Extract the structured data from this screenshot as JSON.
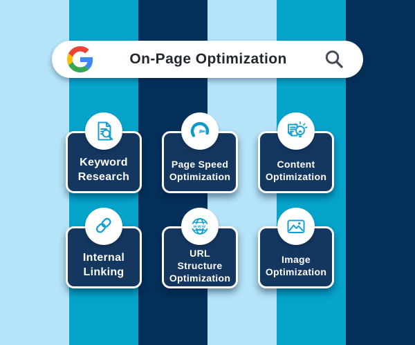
{
  "title_infographic": "On-Page Optimization",
  "search_bar": {
    "query": "On-Page Optimization",
    "logo_icon": "google-g-icon",
    "search_icon": "magnifier-icon"
  },
  "cards": [
    {
      "label": "Keyword\nResearch",
      "icon": "document-search-icon"
    },
    {
      "label": "Page Speed\nOptimization",
      "icon": "speedometer-icon"
    },
    {
      "label": "Content\nOptimization",
      "icon": "document-lightbulb-icon"
    },
    {
      "label": "Internal\nLinking",
      "icon": "chain-link-icon"
    },
    {
      "label": "URL\nStructure\nOptimization",
      "icon": "globe-www-icon",
      "icon_text": "www"
    },
    {
      "label": "Image\nOptimization",
      "icon": "image-icon"
    }
  ],
  "colors": {
    "stripe_light": "#B5E3F8",
    "stripe_teal": "#06A3CB",
    "stripe_navy": "#05305A",
    "card_navy": "#14375F",
    "icon_teal": "#149FD2",
    "needle_blue": "#4FB8E2",
    "title_text": "#22282F",
    "card_text": "#FFFFFF",
    "google_blue": "#4285F4",
    "google_red": "#EA4335",
    "google_yellow": "#FBBC05",
    "google_green": "#34A853"
  }
}
